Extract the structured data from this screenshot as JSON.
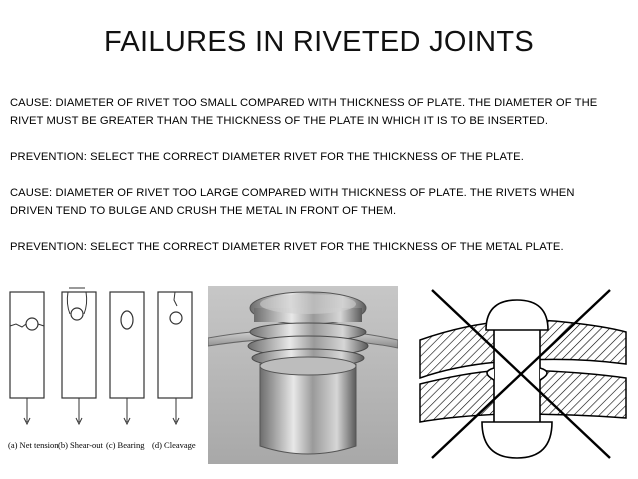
{
  "slide": {
    "title": "FAILURES IN RIVETED JOINTS",
    "paragraphs": [
      "CAUSE: DIAMETER OF RIVET TOO SMALL COMPARED WITH THICKNESS OF PLATE. THE DIAMETER OF THE RIVET MUST BE GREATER THAN THE THICKNESS OF THE PLATE IN WHICH IT IS TO BE INSERTED.",
      "PREVENTION: SELECT THE CORRECT DIAMETER RIVET FOR THE THICKNESS OF THE PLATE.",
      "CAUSE: DIAMETER OF RIVET TOO LARGE COMPARED WITH THICKNESS OF PLATE. THE RIVETS WHEN DRIVEN TEND TO BULGE AND CRUSH THE METAL IN FRONT OF THEM.",
      "PREVENTION: SELECT THE CORRECT DIAMETER RIVET FOR THE THICKNESS OF THE METAL PLATE."
    ]
  },
  "figures": {
    "failure_labels": [
      "(a) Net tension",
      "(b) Shear-out",
      "(c) Bearing",
      "(d) Cleavage"
    ]
  }
}
